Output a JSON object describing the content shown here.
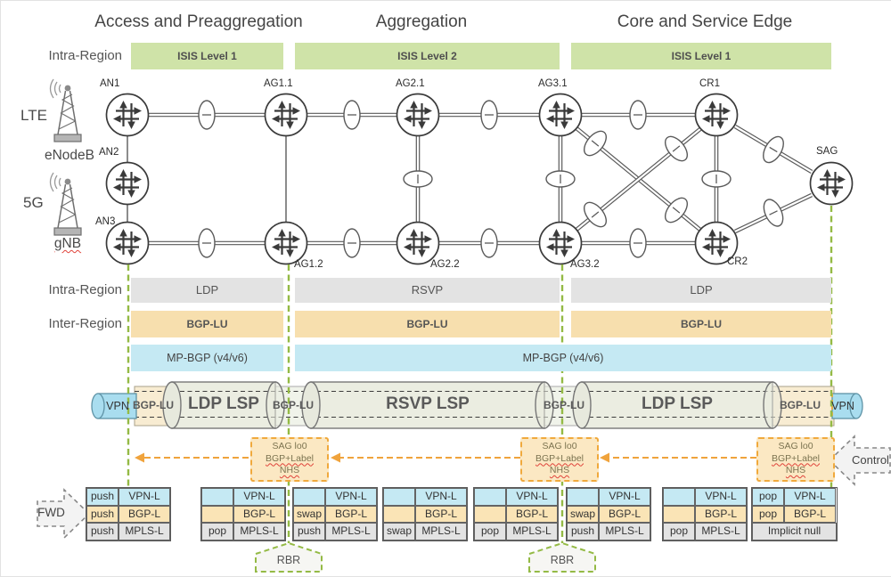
{
  "headers": {
    "region1": "Access and Preaggregation",
    "region2": "Aggregation",
    "region3": "Core and Service Edge"
  },
  "row_labels": {
    "intra_region_top": "Intra-Region",
    "intra_region_bottom": "Intra-Region",
    "inter_region": "Inter-Region"
  },
  "isis_bands": {
    "b1": "ISIS Level 1",
    "b2": "ISIS Level 2",
    "b3": "ISIS Level 1"
  },
  "igp_bands": {
    "b1": "LDP",
    "b2": "RSVP",
    "b3": "LDP"
  },
  "bgp_lu_bands": {
    "b1": "BGP-LU",
    "b2": "BGP-LU",
    "b3": "BGP-LU"
  },
  "mp_bgp_bands": {
    "b1": "MP-BGP (v4/v6)",
    "b2": "MP-BGP (v4/v6)"
  },
  "access_labels": {
    "lte": "LTE",
    "enodeb": "eNodeB",
    "fiveg": "5G",
    "gnb": "gNB"
  },
  "nodes": [
    "AN1",
    "AN2",
    "AN3",
    "AG1.1",
    "AG1.2",
    "AG2.1",
    "AG2.2",
    "AG3.1",
    "AG3.2",
    "CR1",
    "CR2",
    "SAG"
  ],
  "lsp_tube": {
    "vpn_left": "VPN",
    "vpn_right": "VPN",
    "bgp_lu_1": "BGP-LU",
    "bgp_lu_2": "BGP-LU",
    "bgp_lu_3": "BGP-LU",
    "bgp_lu_4": "BGP-LU",
    "tube1": "LDP LSP",
    "tube2": "RSVP LSP",
    "tube3": "LDP LSP"
  },
  "nhs_boxes": [
    {
      "line1": "SAG lo0",
      "line2": "BGP+Label",
      "line3": "NHS"
    },
    {
      "line1": "SAG lo0",
      "line2": "BGP+Label",
      "line3": "NHS"
    },
    {
      "line1": "SAG lo0",
      "line2": "BGP+Label",
      "line3": "NHS"
    }
  ],
  "flow_arrows": {
    "fwd": "FWD",
    "control": "Control"
  },
  "rbr": {
    "label1": "RBR",
    "label2": "RBR"
  },
  "label_stacks": [
    {
      "rows": [
        {
          "action": "push",
          "label": "VPN-L"
        },
        {
          "action": "push",
          "label": "BGP-L"
        },
        {
          "action": "push",
          "label": "MPLS-L"
        }
      ]
    },
    {
      "rows": [
        {
          "action": "",
          "label": "VPN-L"
        },
        {
          "action": "",
          "label": "BGP-L"
        },
        {
          "action": "pop",
          "label": "MPLS-L"
        }
      ]
    },
    {
      "rows": [
        {
          "action": "",
          "label": "VPN-L"
        },
        {
          "action": "swap",
          "label": "BGP-L"
        },
        {
          "action": "push",
          "label": "MPLS-L"
        }
      ]
    },
    {
      "rows": [
        {
          "action": "",
          "label": "VPN-L"
        },
        {
          "action": "",
          "label": "BGP-L"
        },
        {
          "action": "swap",
          "label": "MPLS-L"
        }
      ]
    },
    {
      "rows": [
        {
          "action": "",
          "label": "VPN-L"
        },
        {
          "action": "",
          "label": "BGP-L"
        },
        {
          "action": "pop",
          "label": "MPLS-L"
        }
      ]
    },
    {
      "rows": [
        {
          "action": "",
          "label": "VPN-L"
        },
        {
          "action": "swap",
          "label": "BGP-L"
        },
        {
          "action": "push",
          "label": "MPLS-L"
        }
      ]
    },
    {
      "rows": [
        {
          "action": "",
          "label": "VPN-L"
        },
        {
          "action": "",
          "label": "BGP-L"
        },
        {
          "action": "pop",
          "label": "MPLS-L"
        }
      ]
    },
    {
      "rows": [
        {
          "action": "pop",
          "label": "VPN-L"
        },
        {
          "action": "pop",
          "label": "BGP-L"
        },
        {
          "action": "Implicit null",
          "label": "",
          "full_width": true
        }
      ]
    }
  ],
  "colors": {
    "band_green": "#cfe3a8",
    "band_gray": "#e3e3e3",
    "band_orange": "#f7dfae",
    "band_blue": "#c5e9f3",
    "stack_blue": "#c5e9f3",
    "stack_orange": "#fae4b6",
    "stack_gray": "#e3e3e3",
    "dash_green": "#94ba45",
    "dash_orange": "#f0a33c",
    "nhs_fill": "#fbe8c3",
    "tube_fill": "#ebede1",
    "vpn_blue": "#a9ddef",
    "squiggle_red": "#e0433a"
  }
}
